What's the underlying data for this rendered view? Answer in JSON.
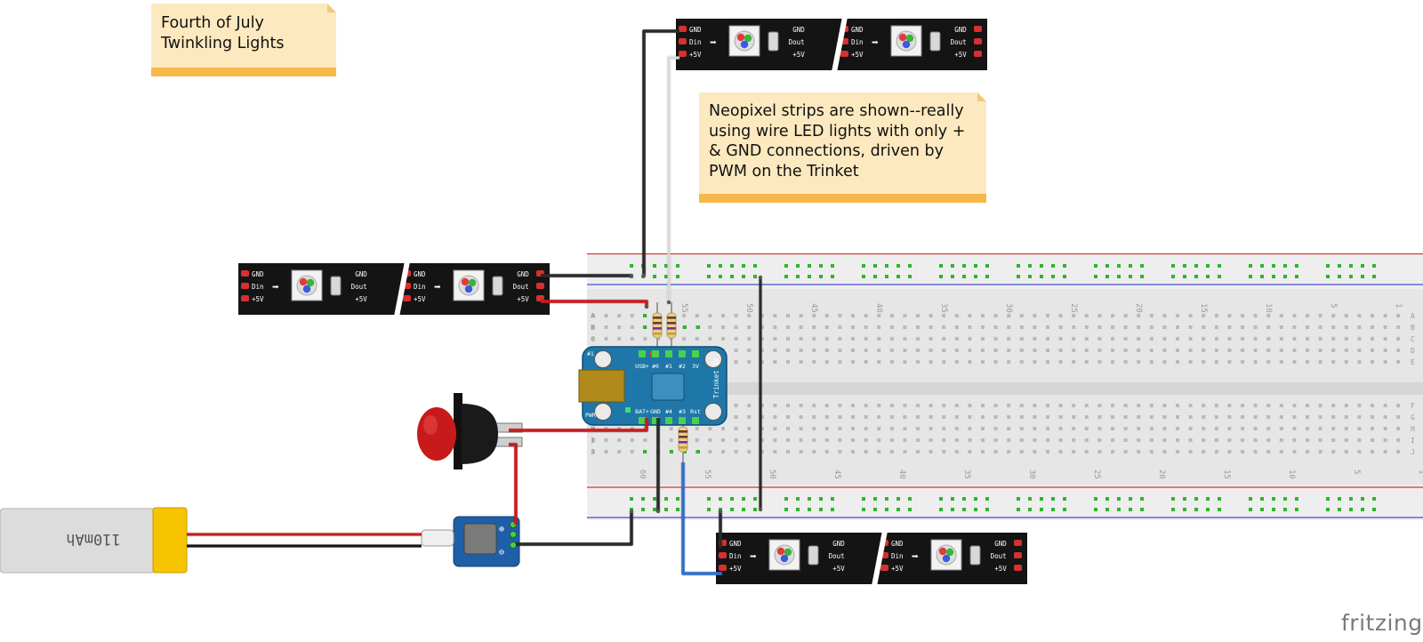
{
  "notes": {
    "title": "Fourth of July\nTwinkling Lights",
    "info": "Neopixel strips are shown--really using wire LED lights with only + & GND connections, driven by PWM on the Trinket"
  },
  "logo": "fritzing",
  "neopixel": {
    "in_pins": [
      "GND",
      "Din",
      "+5V"
    ],
    "out_pins": [
      "GND",
      "Dout",
      "+5V"
    ]
  },
  "trinket": {
    "name": "Trinket 3V",
    "top_pins": [
      "USB+",
      "#0",
      "#1",
      "#2",
      "3V"
    ],
    "bottom_pins": [
      "BAT+",
      "GND",
      "#4",
      "#3",
      "Rst"
    ],
    "hole_label": "#1",
    "pwr_label": "PWR"
  },
  "battery": {
    "label": "110mAh"
  },
  "charger": {
    "plus": "⊕",
    "minus": "⊖"
  },
  "breadboard": {
    "column_numbers": [
      "55",
      "50",
      "45",
      "40",
      "35",
      "30",
      "25",
      "20",
      "15",
      "10",
      "5",
      "1"
    ],
    "row_letters_top": [
      "A",
      "B",
      "C",
      "D",
      "E"
    ],
    "row_letters_bottom": [
      "F",
      "G",
      "H",
      "I",
      "J"
    ],
    "bottom_numbers": [
      "60",
      "55",
      "50",
      "45",
      "40",
      "35",
      "30",
      "25",
      "20",
      "15",
      "10",
      "5",
      "1"
    ]
  },
  "colors": {
    "wire_red": "#cc1a1a",
    "wire_black": "#2a2a2a",
    "wire_blue": "#2f6fcf",
    "wire_white": "#ffffff",
    "trinket_blue": "#1e77a8",
    "strip": "#141414",
    "note_bg": "#fde9bf",
    "note_strip": "#f6b84a",
    "battery_yellow": "#f6c400"
  }
}
